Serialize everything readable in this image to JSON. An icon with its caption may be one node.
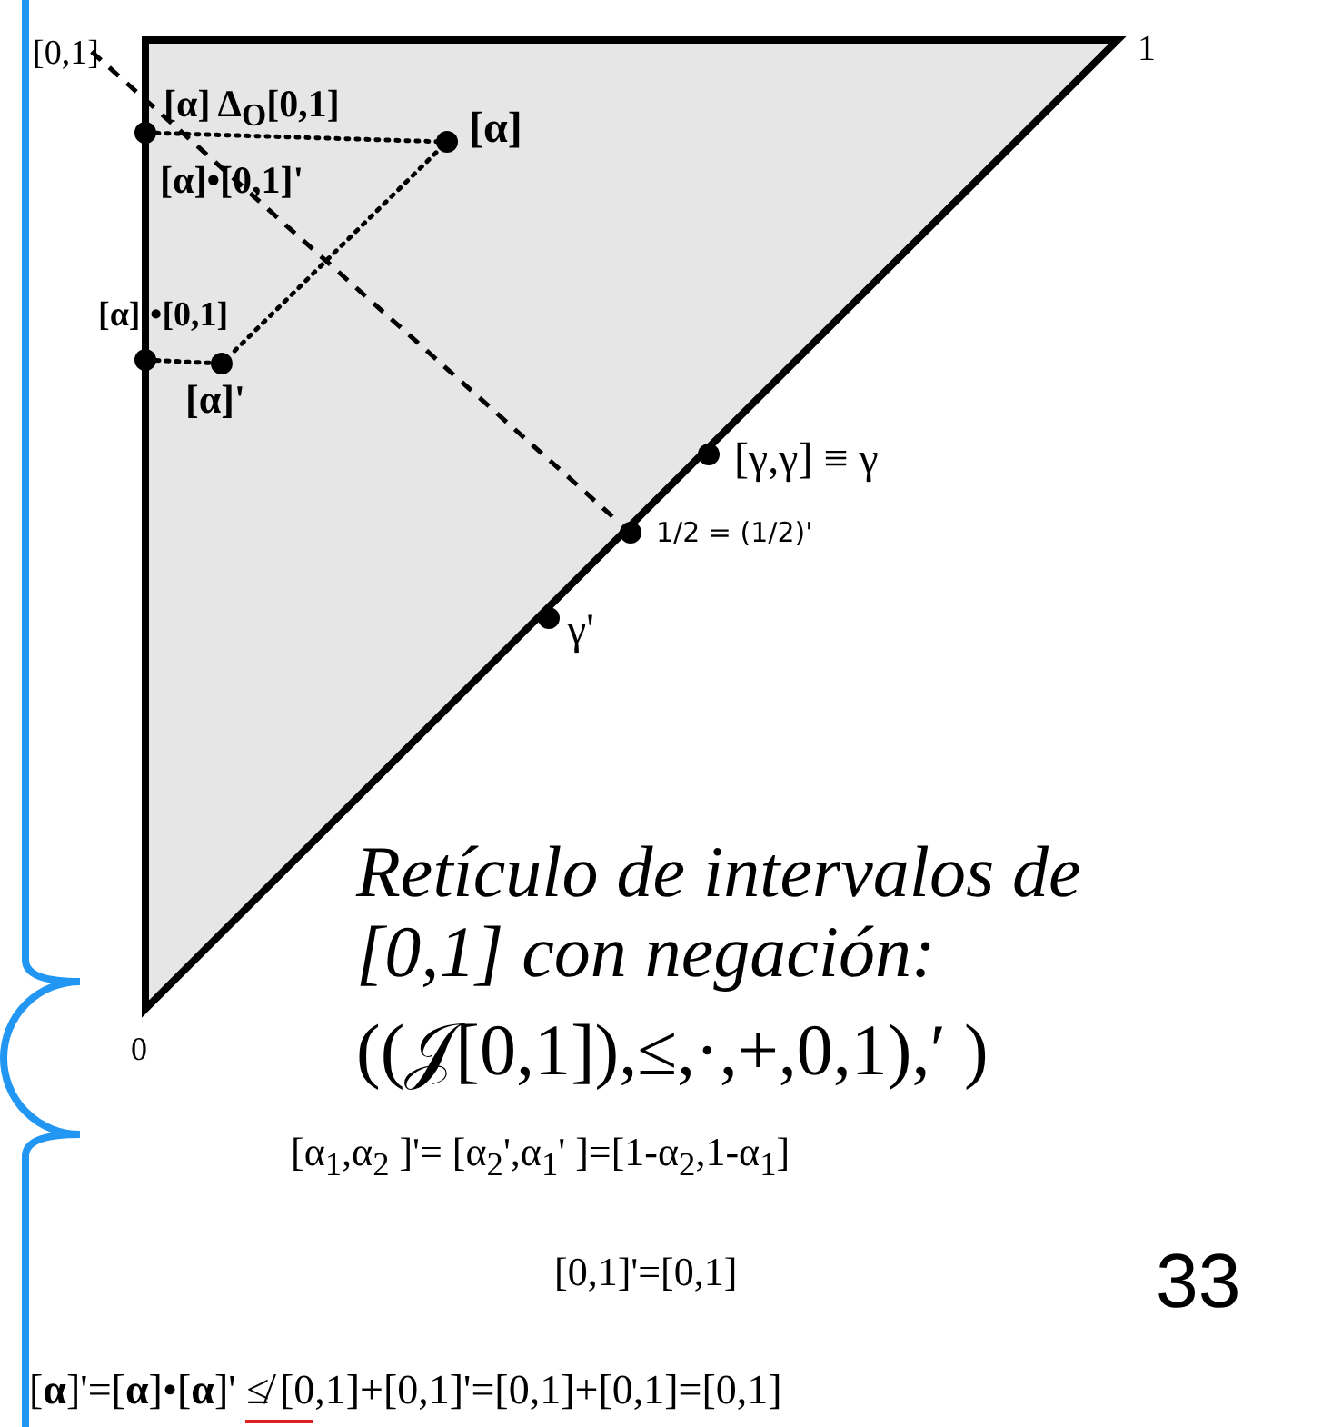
{
  "diagram": {
    "nodes": [
      {
        "text": [
          "[0,1]"
        ]
      },
      {
        "text": [],
        "shape": "circle"
      },
      {
        "text": [],
        "shape": "circle",
        "beside": [
          "[α]"
        ]
      },
      {
        "text": [],
        "shape": "circle"
      },
      {
        "text": [],
        "shape": "circle",
        "beside": [
          "[α]'"
        ]
      },
      {
        "text": [],
        "shape": "circle",
        "beside": [
          "1/2 = (1/2)'"
        ]
      },
      {
        "text": [],
        "shape": "circle",
        "beside": [
          "[γ,γ] ≡ γ"
        ]
      },
      {
        "text": [],
        "shape": "circle",
        "beside": [
          "γ'"
        ]
      }
    ],
    "edges": [
      {
        "from": 0,
        "to": 5,
        "arrow": "none",
        "style": "dashed"
      },
      {
        "from": 1,
        "to": 2,
        "arrow": "none"
      },
      {
        "from": 2,
        "to": 4,
        "arrow": "none"
      },
      {
        "from": 3,
        "to": 4,
        "arrow": "none"
      }
    ],
    "labels": [
      "1",
      "[α] Δ$_{O}$[0,1]",
      "[α]•[0,1]'",
      "[α]'•[0,1]",
      "0",
      "Retículo de intervalos de [0,1] con negación:",
      "((𝒥[0,1]),≤,·,+,0,1),′ )",
      "[α$_{1}$,α$_{2}$ ]'= [α$_{2}$',α$_{1}$' ]=[1-α$_{2}$,1-α$_{1}$]",
      "[0,1]'=[0,1]",
      "33",
      "[**α**]'=[**α**]•[**α**]' ≰ [0,1]+[0,1]'=[0,1]+[0,1]=[0,1]"
    ]
  }
}
